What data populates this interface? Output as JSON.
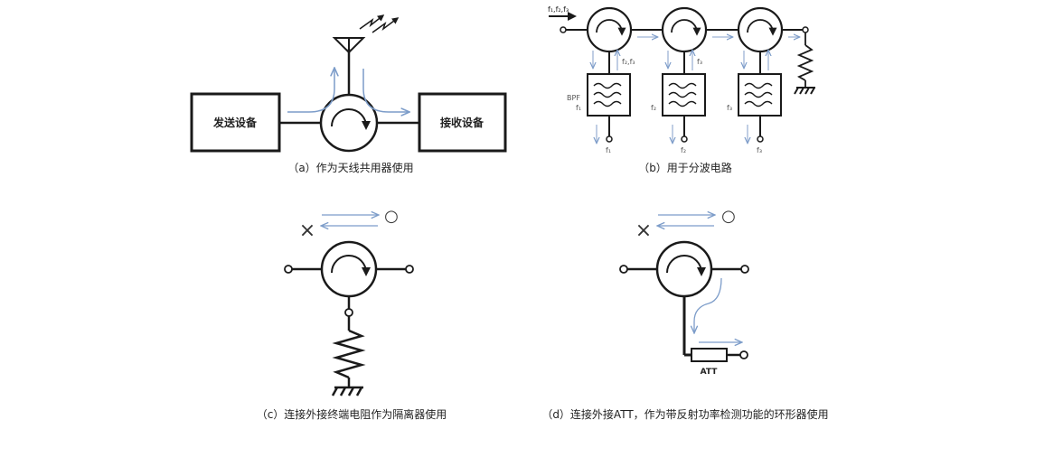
{
  "colors": {
    "line": "#1a1a1a",
    "signal_arrow": "#7c9cc9",
    "signal_arrow_light": "#9fb3d6",
    "background": "#ffffff"
  },
  "panel_a": {
    "caption": "（a）作为天线共用器使用",
    "tx_label": "发送设备",
    "rx_label": "接收设备"
  },
  "panel_b": {
    "caption": "（b）用于分波电路",
    "input_label": "f₁,f₂,f₃",
    "bpf_label": "BPF",
    "pass_labels": [
      "f₂,f₃",
      "f₃",
      ""
    ],
    "filter_freq_labels": [
      "f₁",
      "f₂",
      "f₃"
    ],
    "output_labels": [
      "f₁",
      "f₂",
      "f₃"
    ]
  },
  "panel_c": {
    "caption": "（c）连接外接终端电阻作为隔离器使用",
    "reverse_mark": "×",
    "forward_mark": "○"
  },
  "panel_d": {
    "caption": "（d）连接外接ATT，作为带反射功率检测功能的环形器使用",
    "reverse_mark": "×",
    "forward_mark": "○",
    "att_label": "ATT"
  }
}
